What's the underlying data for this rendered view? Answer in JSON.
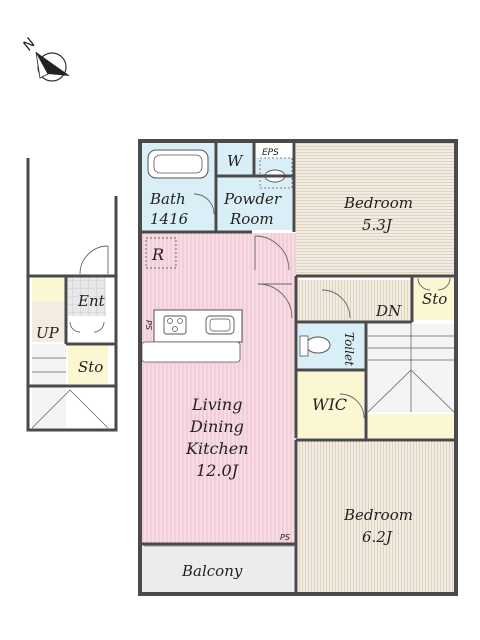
{
  "compass": {
    "letter": "N"
  },
  "rooms": {
    "bath_name": "Bath",
    "bath_size": "1416",
    "washer": "W",
    "eps": "EPS",
    "powder_1": "Powder",
    "powder_2": "Room",
    "fridge": "R",
    "bedroom1_name": "Bedroom",
    "bedroom1_size": "5.3J",
    "storage_right": "Sto",
    "down": "DN",
    "toilet": "Toilet",
    "ps_kitchen": "PS",
    "ldk_1": "Living",
    "ldk_2": "Dining",
    "ldk_3": "Kitchen",
    "ldk_size": "12.0J",
    "wic": "WIC",
    "bedroom2_name": "Bedroom",
    "bedroom2_size": "6.2J",
    "ps_balcony": "PS",
    "balcony": "Balcony",
    "entrance": "Ent",
    "up": "UP",
    "storage_left": "Sto"
  },
  "colors": {
    "wall": "#4a4a4a",
    "bedroom_floor": "#f2ece2",
    "ldk_floor": "#f7dbe3",
    "wet_area": "#d9eef6",
    "storage": "#fbf7d2",
    "entrance_tile": "#e8e8e8",
    "balcony": "#ececec",
    "stair": "#f4f4f4"
  }
}
